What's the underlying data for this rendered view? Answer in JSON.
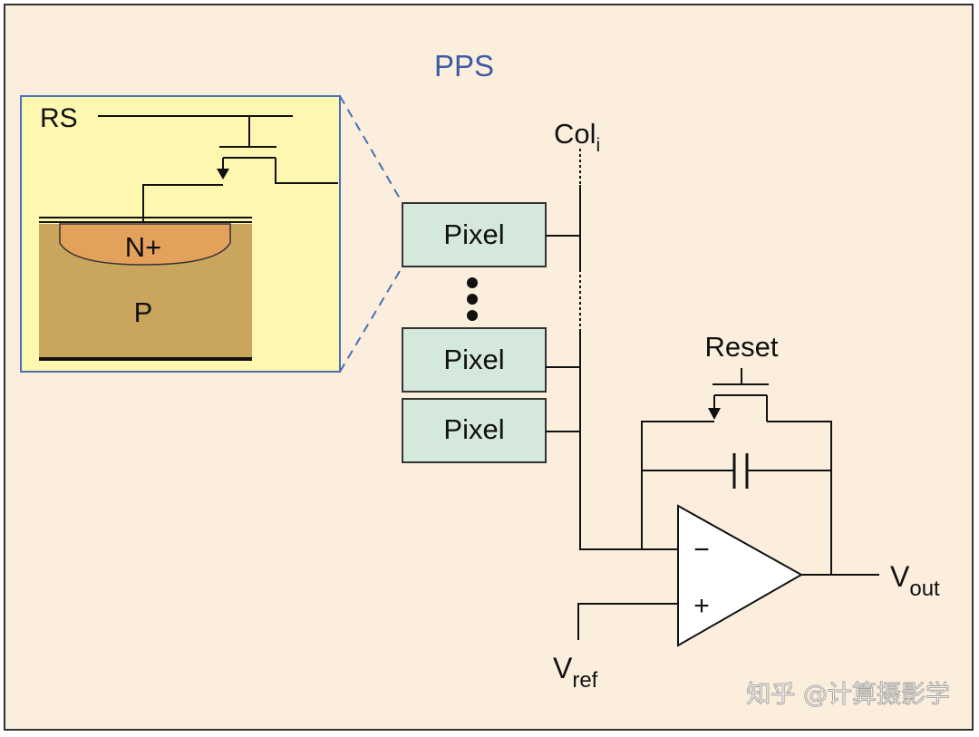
{
  "title": "PPS",
  "inset": {
    "rs_label": "RS",
    "n_plus_label": "N+",
    "p_label": "P"
  },
  "column": {
    "label_main": "Col",
    "label_sub": "i"
  },
  "pixels": [
    {
      "label": "Pixel"
    },
    {
      "label": "Pixel"
    },
    {
      "label": "Pixel"
    }
  ],
  "amplifier": {
    "reset_label": "Reset",
    "minus_sign": "−",
    "plus_sign": "+",
    "vout_main": "V",
    "vout_sub": "out",
    "vref_main": "V",
    "vref_sub": "ref"
  },
  "watermark": "知乎 @计算摄影学",
  "colors": {
    "background": "#fbeedd",
    "inset_fill": "#fdf7b0",
    "inset_border": "#4a6fb5",
    "n_plus_fill": "#e3a15c",
    "p_substrate_fill": "#c9a55d",
    "pixel_fill": "#d5e8dc",
    "title_color": "#3d5aa6"
  }
}
